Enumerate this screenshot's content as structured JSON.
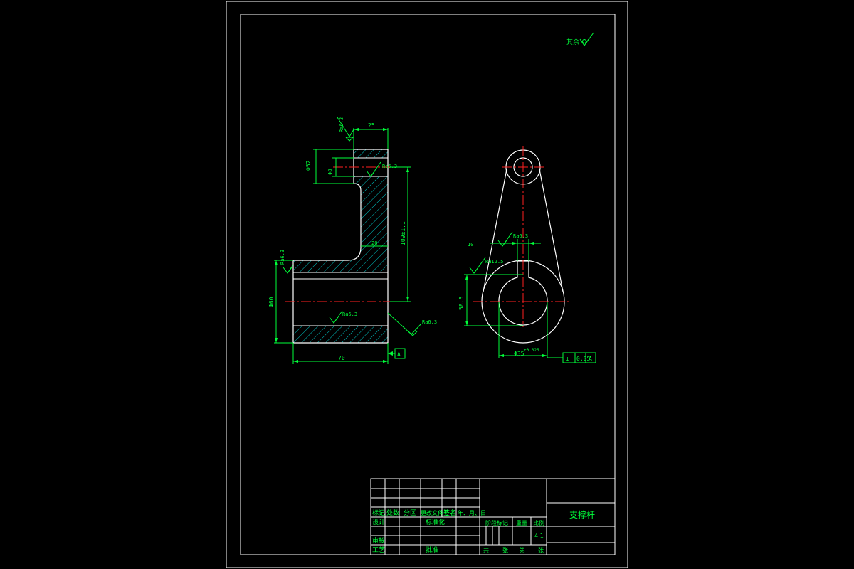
{
  "colors": {
    "background": "#000000",
    "outline": "#ffffff",
    "dimension": "#00ff3a",
    "centerline": "#ff2020"
  },
  "corner_roughness": {
    "label": "其余",
    "symbol": "roughness-check-icon"
  },
  "side_view": {
    "dims": {
      "top_width": "25",
      "slot_depth": "Φ52",
      "slot_small": "Φ8",
      "height_total": "109±1.1",
      "rib": "20",
      "bore": "Φ60",
      "length": "70"
    },
    "roughness": {
      "top": "Ra6.3",
      "right_top": "Ra6.3",
      "left_mid": "Ra6.3",
      "bore": "Ra6.3",
      "bottom_right": "Ra6.3"
    },
    "datum": "A"
  },
  "front_view": {
    "dims": {
      "keyway_width": "10",
      "keyway_depth": "58.6",
      "bore_dia": "Φ35",
      "bore_tol": "+0.025"
    },
    "roughness": {
      "keyway": "Ra6.3",
      "bore": "Ra12.5"
    },
    "tolerance_frame": [
      "⊥",
      "0.05",
      "A"
    ]
  },
  "title_block": {
    "part_name": "支撑杆",
    "header_cells": [
      "标记",
      "处数",
      "分区",
      "更改文件号",
      "签名",
      "年、月、日"
    ],
    "row_design": [
      "设计",
      "标准化"
    ],
    "row_check": "审核",
    "row_process": [
      "工艺",
      "批准"
    ],
    "stage_label": "阶段标记",
    "weight_label": "重量",
    "scale_label": "比例",
    "scale_value": "4:1",
    "sheet_labels": [
      "共",
      "张",
      "第",
      "张"
    ]
  }
}
